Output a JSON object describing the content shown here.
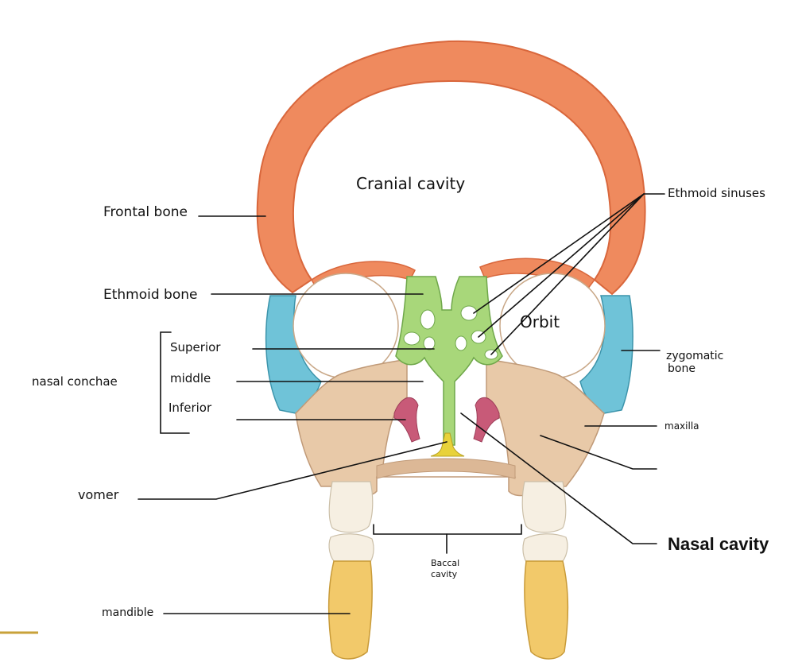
{
  "labels": {
    "cranial_cavity": "Cranial cavity",
    "frontal_bone": "Frontal bone",
    "ethmoid_sinuses": "Ethmoid sinuses",
    "ethmoid_bone": "Ethmoid bone",
    "orbit": "Orbit",
    "superior": "Superior",
    "middle": "middle",
    "inferior": "Inferior",
    "nasal_conchae": "nasal conchae",
    "zygomatic_bone_line1": "zygomatic",
    "zygomatic_bone_line2": "bone",
    "maxilla": "maxilla",
    "vomer": "vomer",
    "nasal_cavity": "Nasal cavity",
    "buccal_cavity_line1": "Baccal",
    "buccal_cavity_line2": "cavity",
    "mandible": "mandible"
  },
  "colors": {
    "bone_orange": "#ef8a5e",
    "bone_orange_dark": "#d9673c",
    "zygomatic_blue": "#6fc3d8",
    "ethmoid_green": "#a8d77a",
    "maxilla_tan": "#e8c9a8",
    "concha_pink": "#c85a78",
    "vomer_yellow": "#e8d23a",
    "mandible_yellow": "#f2c96a",
    "tooth": "#f6efe2",
    "accent_rule": "#c8a23a"
  }
}
